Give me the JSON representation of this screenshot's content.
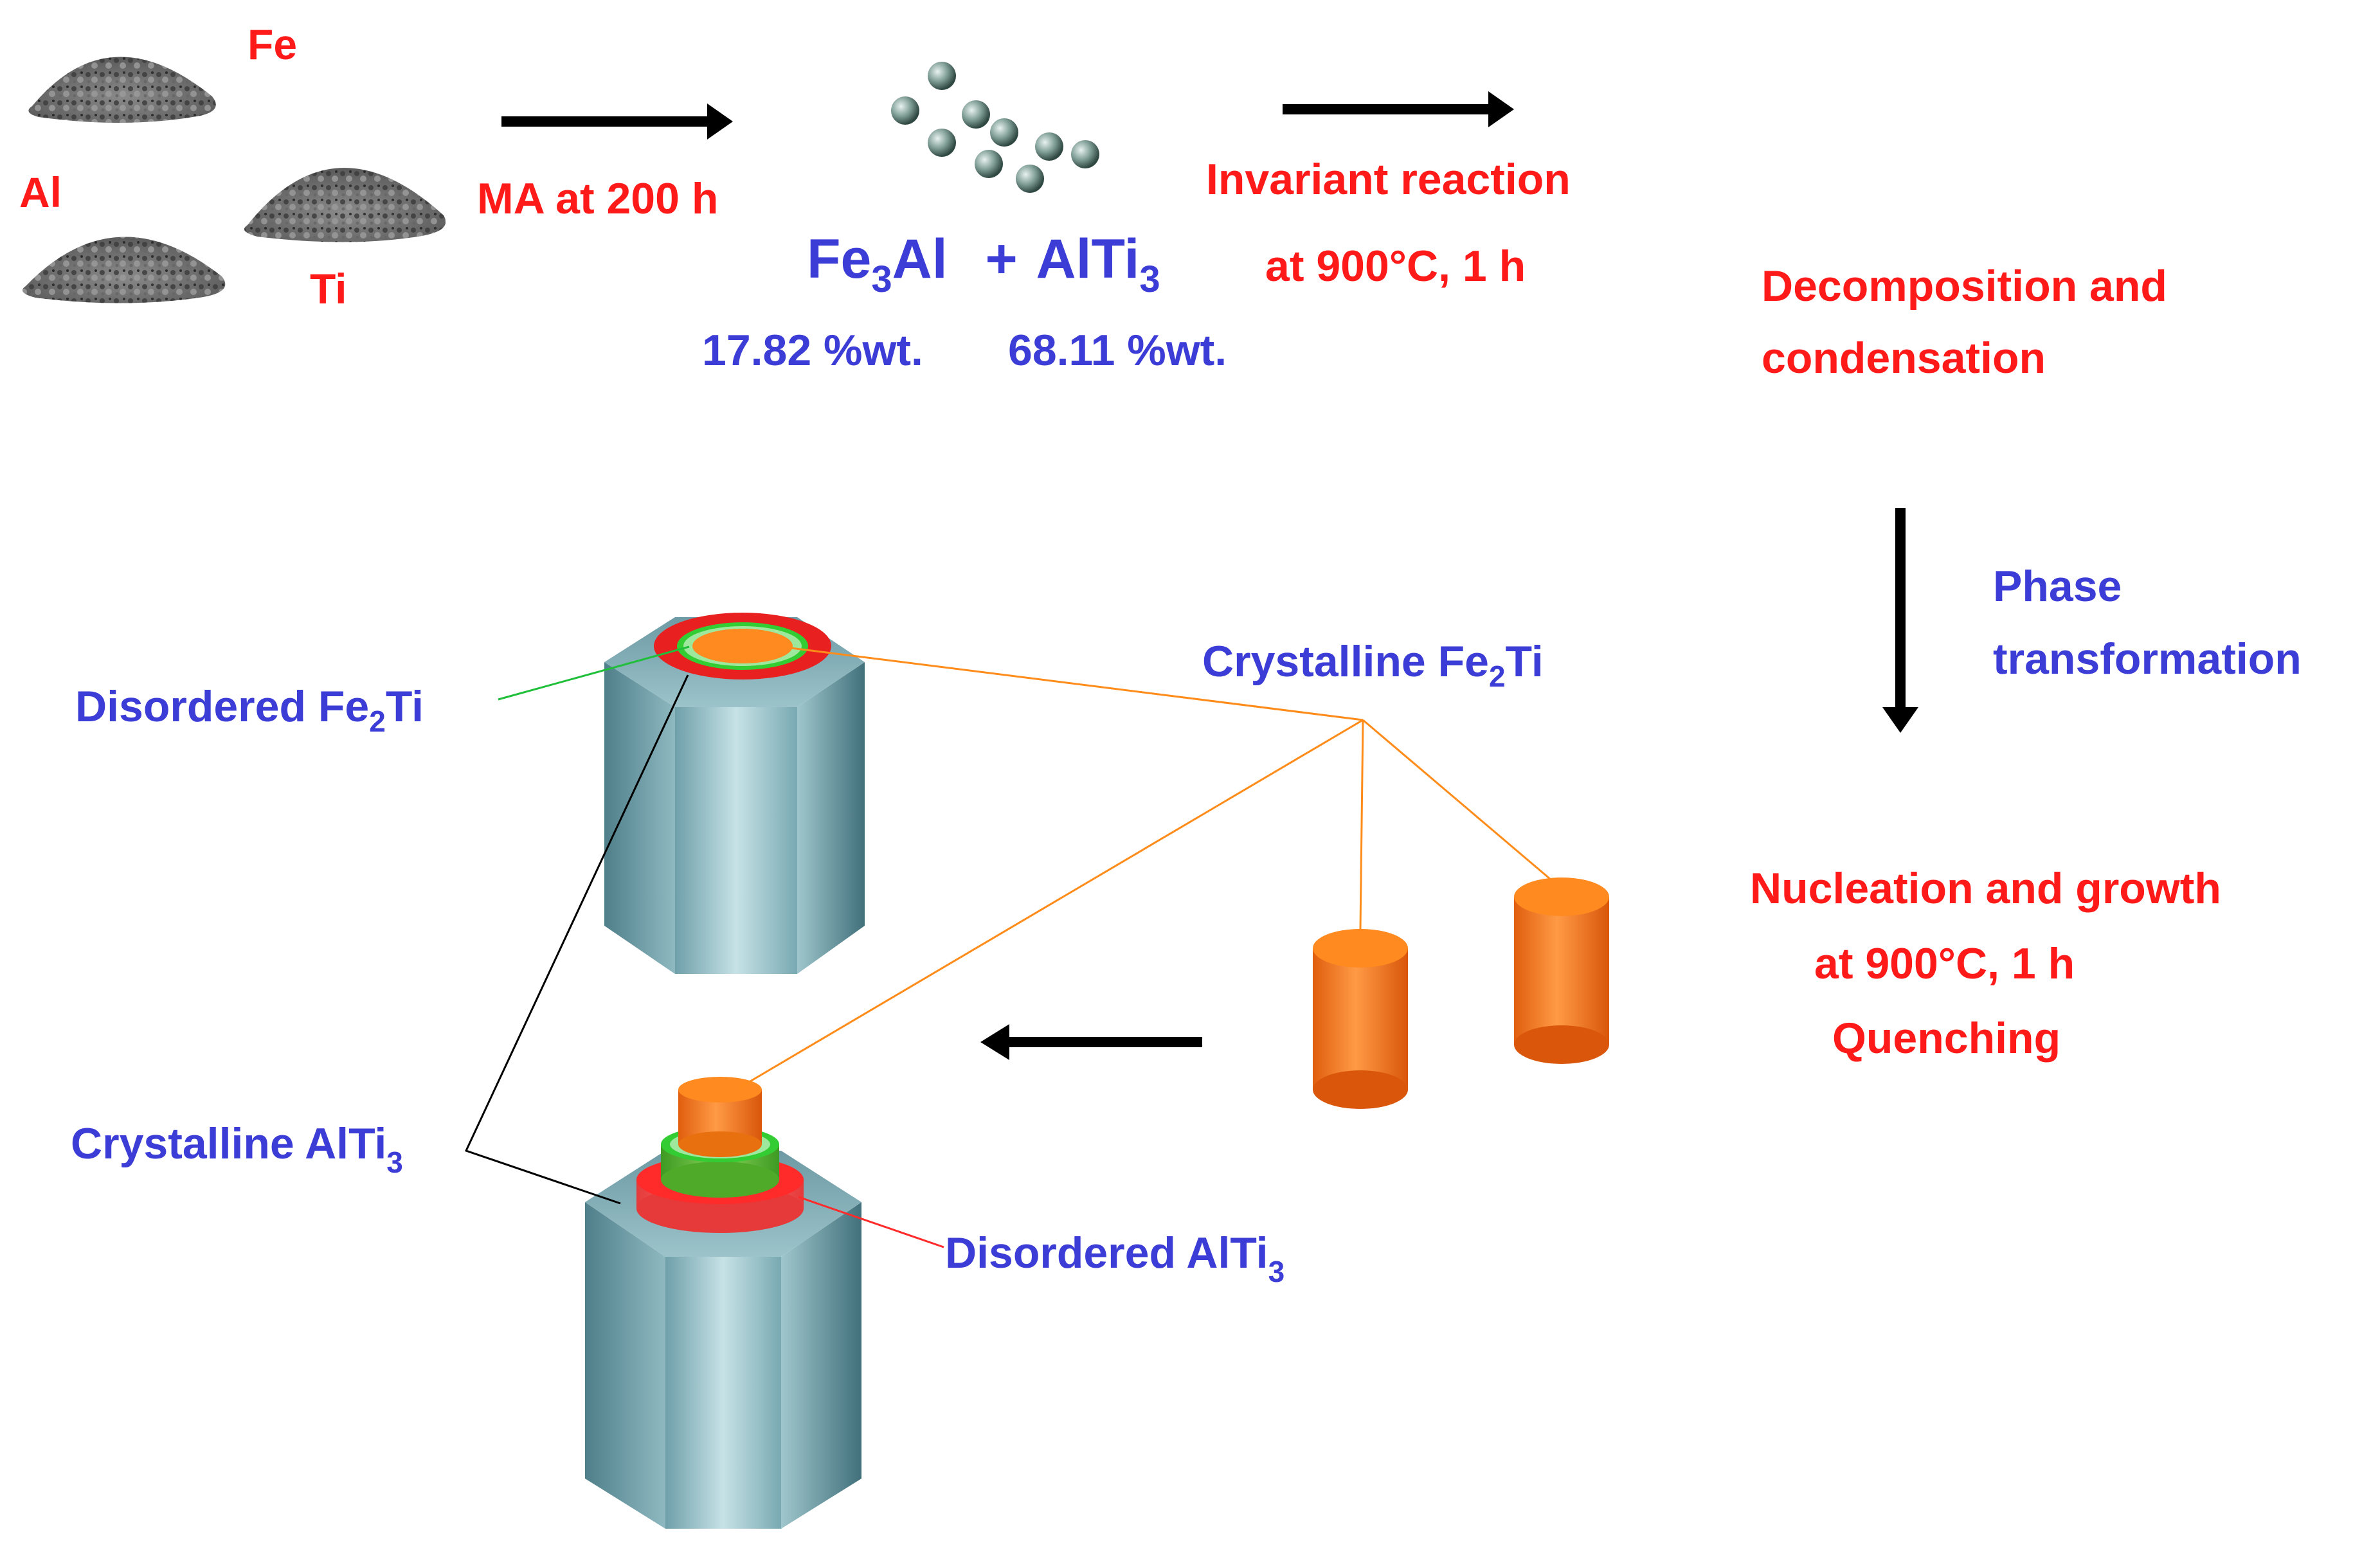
{
  "colors": {
    "label_red": "#ff1a1a",
    "label_blue": "#3c3cd6",
    "arrow": "#000000",
    "leader_orange": "#ff8c1a",
    "leader_green": "#1fbf3a",
    "leader_red": "#ff2a2a",
    "leader_black": "#000000",
    "hex_prism": "#7fb3bd",
    "orange_core": "#ff8020",
    "green_ring": "#33cc33",
    "red_ring": "#ff2222"
  },
  "powders": {
    "fe": {
      "label": "Fe",
      "icon": "powder-pile-icon"
    },
    "al": {
      "label": "Al",
      "icon": "powder-pile-icon"
    },
    "ti": {
      "label": "Ti",
      "icon": "powder-pile-icon"
    }
  },
  "step1": {
    "label": "MA at 200 h"
  },
  "product": {
    "phase1": {
      "base": "Fe",
      "sub": "3",
      "tail": "Al"
    },
    "plus": "+",
    "phase2": {
      "base": "AlTi",
      "sub": "3"
    },
    "wt1": "17.82 %wt.",
    "wt2": "68.11 %wt.",
    "icon": "particle-cluster-icon"
  },
  "step2": {
    "line1": "Invariant reaction",
    "line2": "at 900°C, 1 h"
  },
  "decomposition": {
    "line1": "Decomposition and",
    "line2": "condensation"
  },
  "phase_transformation": {
    "line1": "Phase",
    "line2": "transformation"
  },
  "nucleation": {
    "line1": "Nucleation and growth",
    "line2": "at 900°C, 1 h",
    "line3": "Quenching"
  },
  "labels": {
    "disordered_fe2ti": {
      "base": "Disordered Fe",
      "sub": "2",
      "tail": "Ti"
    },
    "crystalline_fe2ti": {
      "base": "Crystalline Fe",
      "sub": "2",
      "tail": "Ti"
    },
    "crystalline_alti3": {
      "base": "Crystalline AlTi",
      "sub": "3"
    },
    "disordered_alti3": {
      "base": "Disordered AlTi",
      "sub": "3"
    }
  }
}
